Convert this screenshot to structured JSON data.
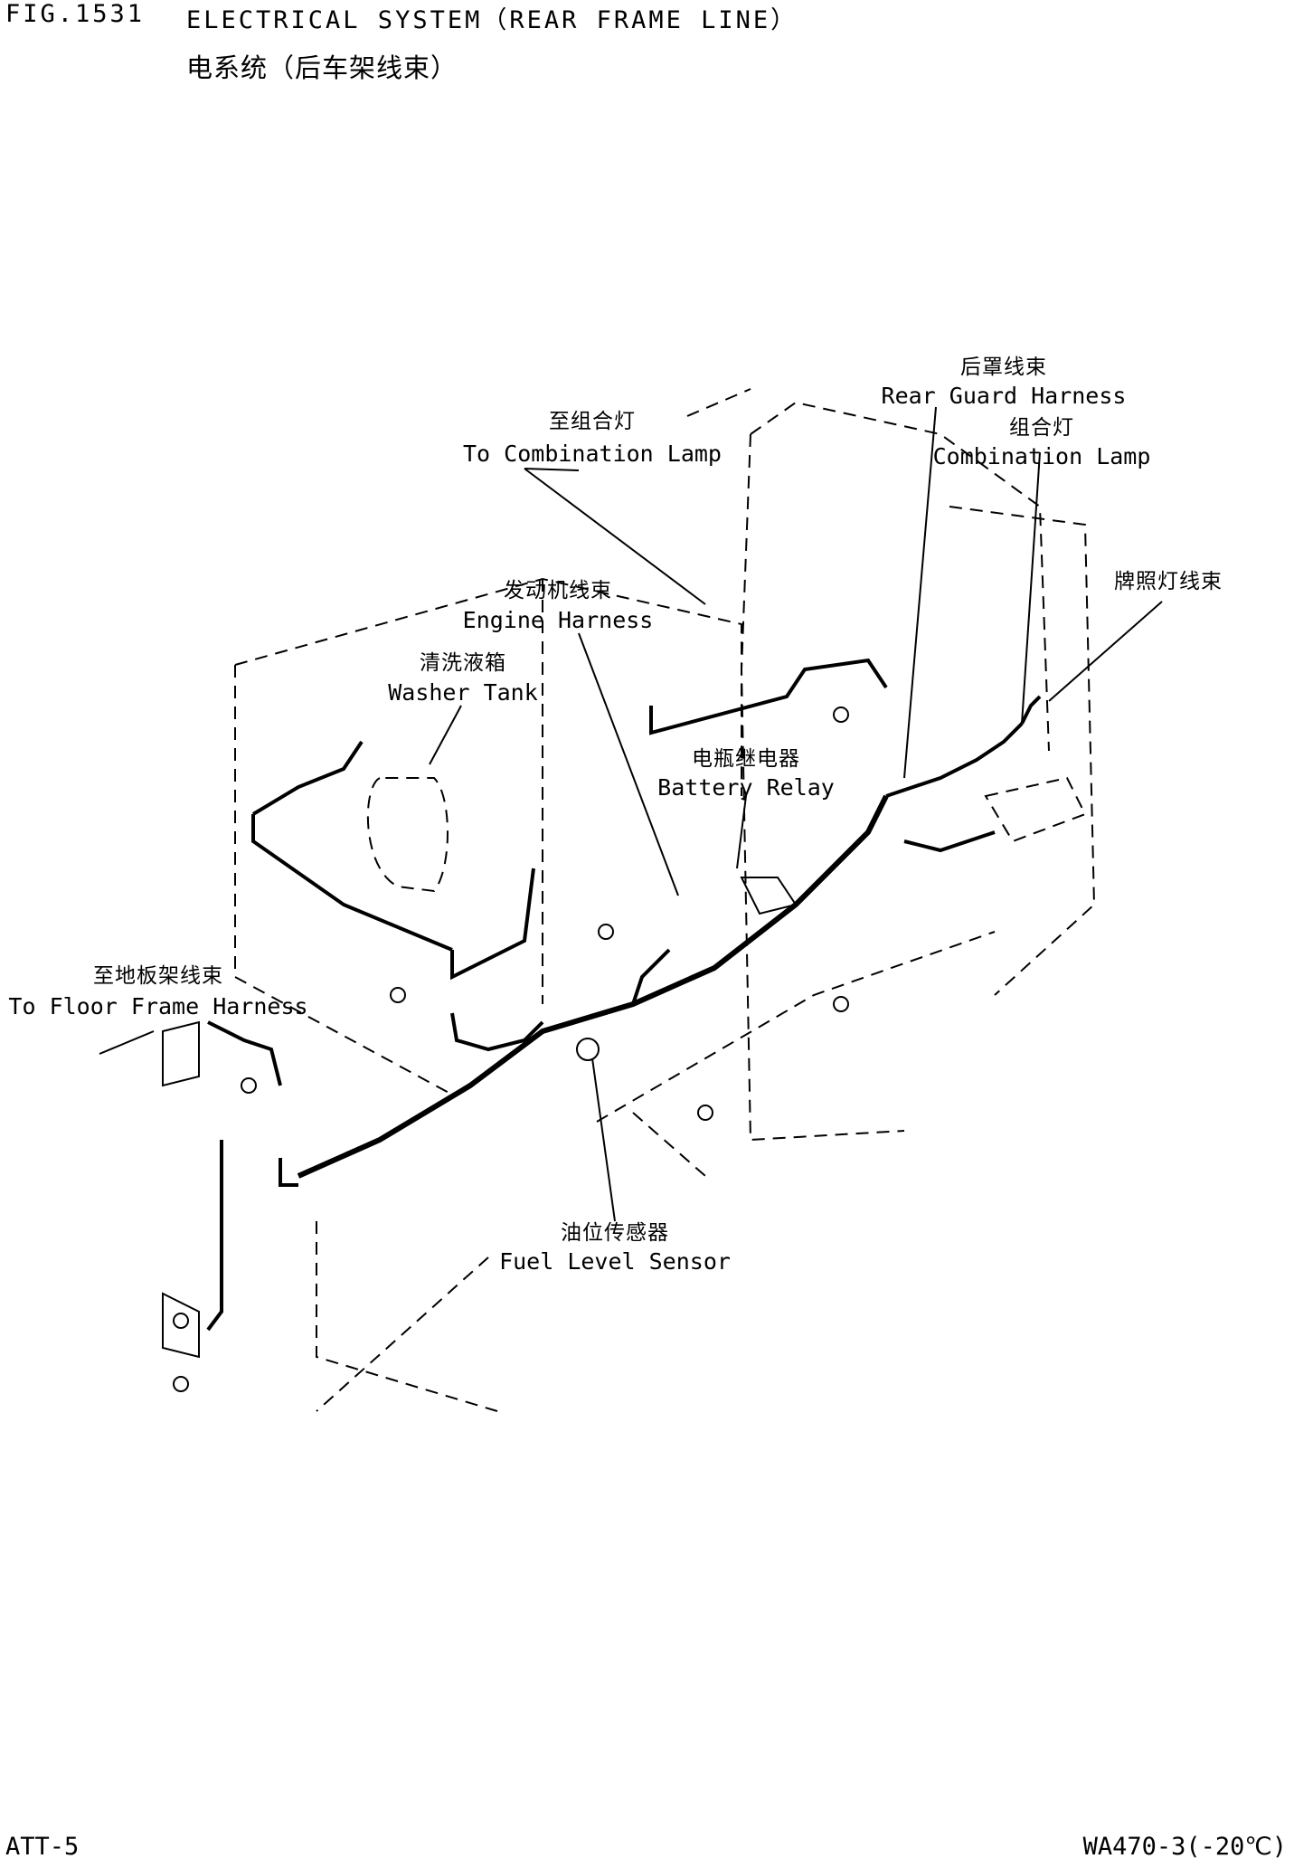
{
  "header": {
    "fig": "FIG.1531",
    "title_en": "ELECTRICAL SYSTEM（REAR FRAME LINE）",
    "title_cn": "电系统（后车架线束）"
  },
  "labels": {
    "combination_lamp_to": {
      "cn": "至组合灯",
      "en": "To Combination Lamp"
    },
    "rear_guard_harness": {
      "cn": "后罩线束",
      "en": "Rear Guard Harness"
    },
    "combination_lamp": {
      "cn": "组合灯",
      "en": "Combination Lamp"
    },
    "license_lamp_harness": {
      "cn": "牌照灯线束"
    },
    "engine_harness": {
      "cn": "发动机线束",
      "en": "Engine Harness"
    },
    "washer_tank": {
      "cn": "清洗液箱",
      "en": "Washer Tank"
    },
    "battery_relay": {
      "cn": "电瓶继电器",
      "en": "Battery Relay"
    },
    "floor_frame_harness": {
      "cn": "至地板架线束",
      "en": "To Floor Frame Harness"
    },
    "fuel_level_sensor": {
      "cn": "油位传感器",
      "en": "Fuel Level Sensor"
    }
  },
  "footer": {
    "left": "ATT-5",
    "right": "WA470-3(-20℃)"
  }
}
